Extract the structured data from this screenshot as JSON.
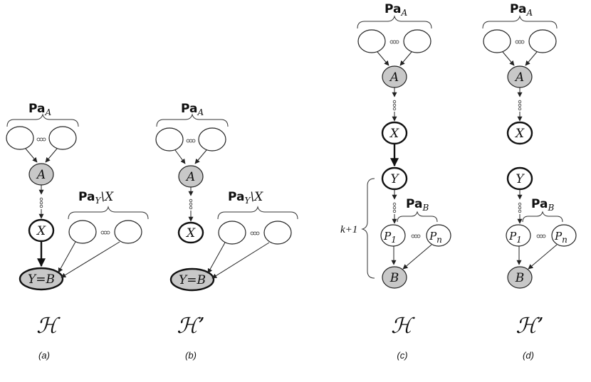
{
  "panels": [
    {
      "id": "a",
      "title": "ℋ",
      "caption": "(a)"
    },
    {
      "id": "b",
      "title": "ℋ’",
      "caption": "(b)"
    },
    {
      "id": "c",
      "title": "ℋ",
      "caption": "(c)"
    },
    {
      "id": "d",
      "title": "ℋ’",
      "caption": "(d)"
    }
  ],
  "labels": {
    "A": "A",
    "X": "X",
    "Y": "Y",
    "B": "B",
    "YB": "Y=B",
    "P1": "P",
    "P1_sub": "1",
    "Pn": "P",
    "Pn_sub": "n",
    "pa_main": "Pa",
    "pa_A_sub": "A",
    "pa_Y_sub": "Y",
    "pa_Y_rest": "\\X",
    "pa_B_sub": "B",
    "k_label": "k+1"
  }
}
